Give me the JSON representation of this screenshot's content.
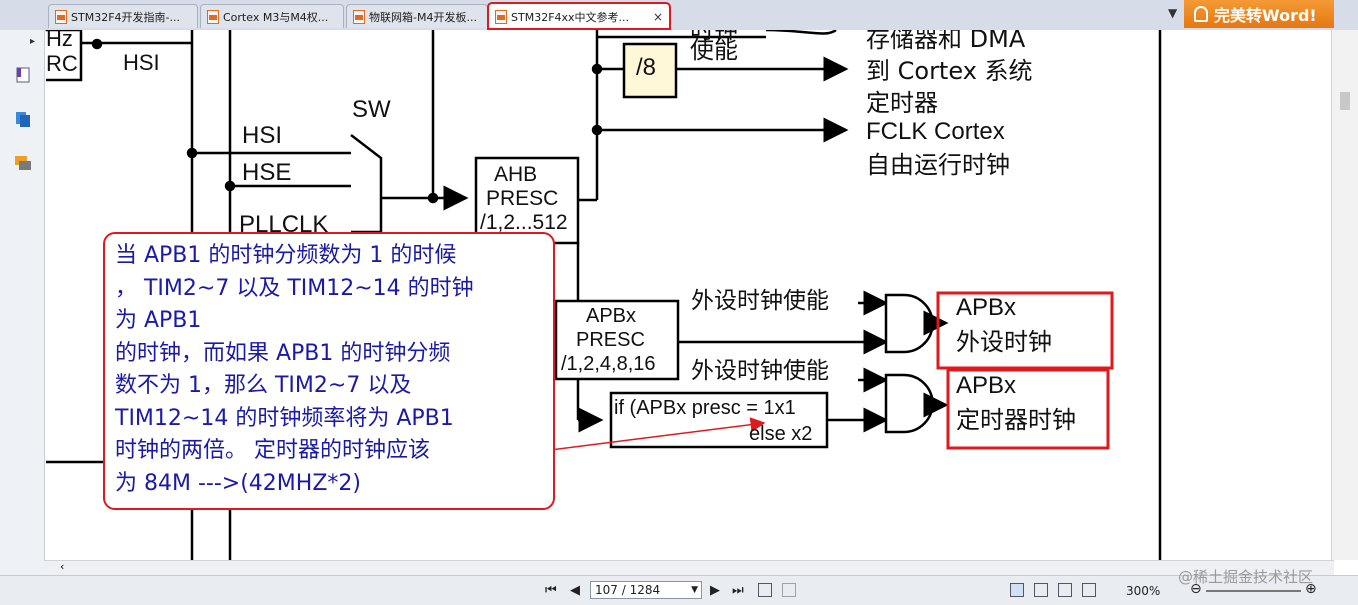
{
  "tabs": [
    {
      "label": "STM32F4开发指南-...",
      "active": false
    },
    {
      "label": "Cortex M3与M4权...",
      "active": false
    },
    {
      "label": "物联网箱-M4开发板...",
      "active": false
    },
    {
      "label": "STM32F4xx中文参考...",
      "active": true
    }
  ],
  "tab_close_icon": "×",
  "convert_button": "完美转Word!",
  "diagram": {
    "hz": "Hz",
    "rc": "RC",
    "hsi_top": "HSI",
    "sw": "SW",
    "hsi": "HSI",
    "hse": "HSE",
    "pllclk": "PLLCLK",
    "div8": "/8",
    "shi_neng_top": "时钟",
    "shi_neng": "使能",
    "storage_dma": "存储器和 DMA",
    "cortex_timer": "到 Cortex 系统",
    "timer": "定时器",
    "fclk": "FCLK Cortex",
    "free_clock": "自由运行时钟",
    "ahb_presc": [
      "AHB",
      "PRESC",
      "/1,2...512"
    ],
    "apbx_presc": [
      "APBx",
      "PRESC",
      "/1,2,4,8,16"
    ],
    "periph_enable_1": "外设时钟使能",
    "periph_enable_2": "外设时钟使能",
    "apbx_periph": [
      "APBx",
      "外设时钟"
    ],
    "apbx_timer": [
      "APBx",
      "定时器时钟"
    ],
    "if_box": [
      "if (APBx presc = 1x1",
      "else x2"
    ]
  },
  "callout": {
    "lines": [
      "当 APB1 的时钟分频数为 1 的时候",
      "， TIM2~7 以及 TIM12~14 的时钟",
      "为 APB1",
      "的时钟，而如果 APB1 的时钟分频",
      "数不为 1，那么 TIM2~7 以及",
      "TIM12~14 的时钟频率将为 APB1",
      "时钟的两倍。 定时器的时钟应该",
      "为 84M  --->(42MHZ*2)"
    ]
  },
  "status": {
    "page": "107 / 1284",
    "zoom": "300%"
  },
  "watermark": "@稀土掘金技术社区",
  "colors": {
    "accent_red": "#e0191d",
    "callout_text": "#1a1aa8",
    "word_button": "#e57812"
  }
}
